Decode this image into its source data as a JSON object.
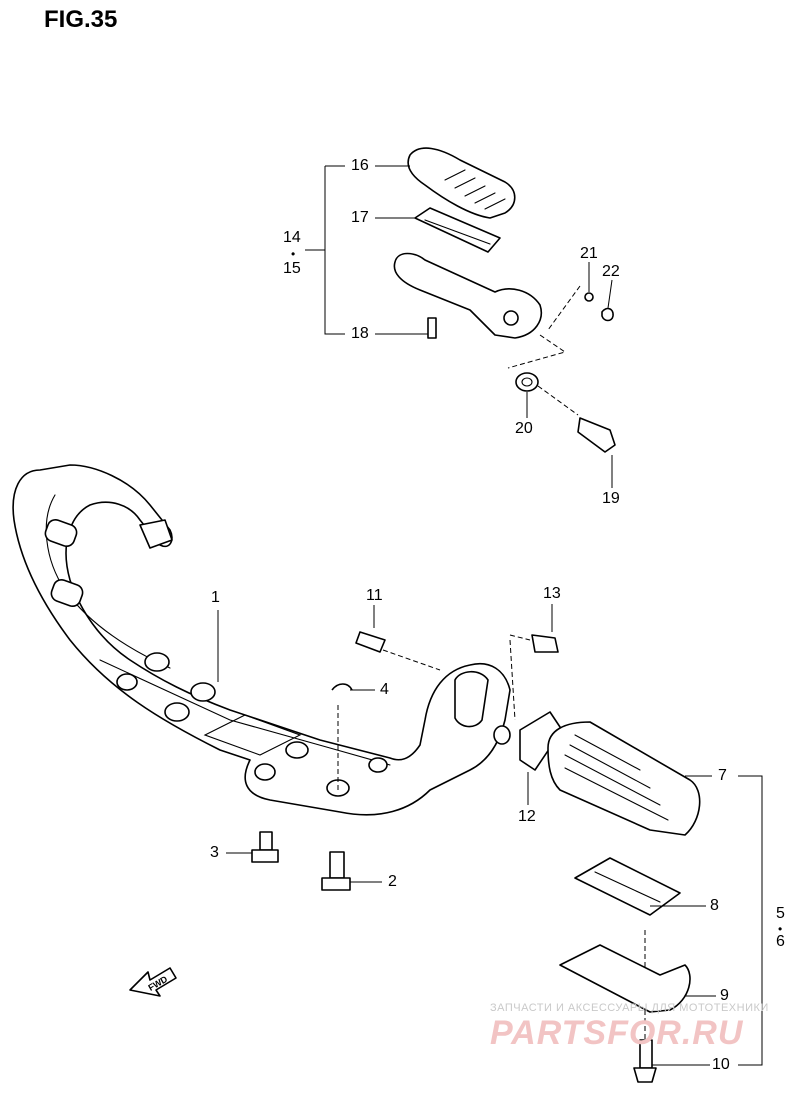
{
  "figure": {
    "title": "FIG.35"
  },
  "callouts": [
    {
      "id": "1",
      "label": "1"
    },
    {
      "id": "2",
      "label": "2"
    },
    {
      "id": "3",
      "label": "3"
    },
    {
      "id": "4",
      "label": "4"
    },
    {
      "id": "5",
      "label": "5"
    },
    {
      "id": "6",
      "label": "6"
    },
    {
      "id": "7",
      "label": "7"
    },
    {
      "id": "8",
      "label": "8"
    },
    {
      "id": "9",
      "label": "9"
    },
    {
      "id": "10",
      "label": "10"
    },
    {
      "id": "11",
      "label": "11"
    },
    {
      "id": "12",
      "label": "12"
    },
    {
      "id": "13",
      "label": "13"
    },
    {
      "id": "14",
      "label": "14"
    },
    {
      "id": "15",
      "label": "15"
    },
    {
      "id": "16",
      "label": "16"
    },
    {
      "id": "17",
      "label": "17"
    },
    {
      "id": "18",
      "label": "18"
    },
    {
      "id": "19",
      "label": "19"
    },
    {
      "id": "20",
      "label": "20"
    },
    {
      "id": "21",
      "label": "21"
    },
    {
      "id": "22",
      "label": "22"
    }
  ],
  "group_dots": [
    "•",
    "•"
  ],
  "direction_arrow": {
    "label": "FWD"
  },
  "watermark": {
    "tagline": "ЗАПЧАСТИ И АКСЕССУАРЫ ДЛЯ МОТОТЕХНИКИ",
    "brand": "PARTSFOR.RU",
    "color": "#e8a0a0"
  }
}
